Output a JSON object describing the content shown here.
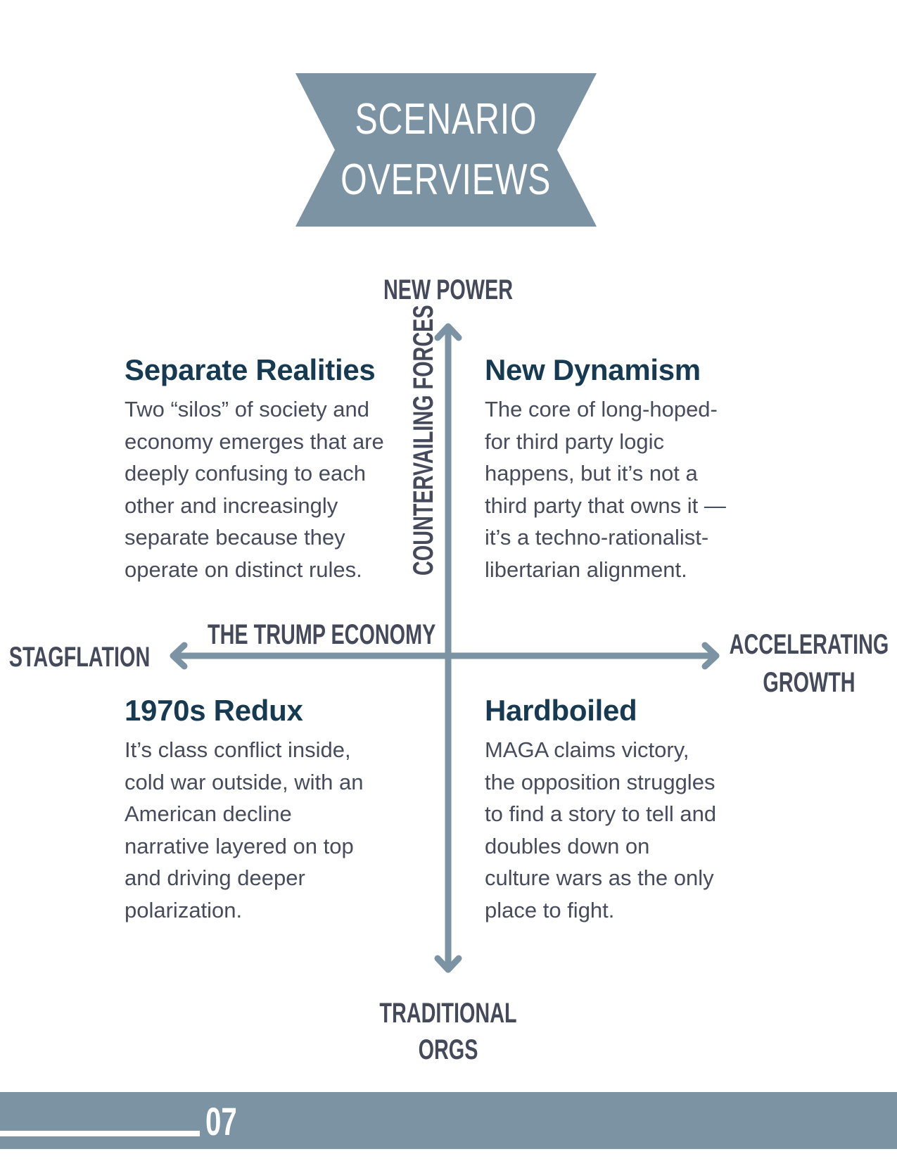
{
  "banner": {
    "line1": "SCENARIO",
    "line2": "OVERVIEWS",
    "color": "#7b93a3"
  },
  "axes": {
    "top": "NEW POWER",
    "bottom_line1": "TRADITIONAL",
    "bottom_line2": "ORGS",
    "left": "STAGFLATION",
    "right_line1": "ACCELERATING",
    "right_line2": "GROWTH",
    "vertical_axis_name": "COUNTERVAILING FORCES",
    "horizontal_axis_name": "THE TRUMP ECONOMY",
    "arrow_color": "#7b93a3",
    "label_color": "#454a5a"
  },
  "quadrants": [
    {
      "position": "top-left",
      "title": "Separate Realities",
      "lines": [
        "Two “silos” of society and",
        "economy emerges that are",
        "deeply confusing to each",
        "other and increasingly",
        "separate because they",
        "operate on distinct rules."
      ]
    },
    {
      "position": "top-right",
      "title": "New Dynamism",
      "lines": [
        "The core of long-hoped-",
        "for third party logic",
        "happens, but it’s not a",
        "third party that owns it —",
        "it’s a techno-rationalist-",
        "libertarian alignment."
      ]
    },
    {
      "position": "bottom-left",
      "title": "1970s Redux",
      "lines": [
        "It’s class conflict inside,",
        "cold war outside, with an",
        "American decline",
        "narrative layered on top",
        "and driving deeper",
        "polarization."
      ]
    },
    {
      "position": "bottom-right",
      "title": "Hardboiled",
      "lines": [
        "MAGA claims victory,",
        "the opposition struggles",
        "to find a story to tell and",
        "doubles down on",
        "culture wars as the only",
        "place to fight."
      ]
    }
  ],
  "footer": {
    "page_number": "07",
    "color": "#7b93a3"
  }
}
